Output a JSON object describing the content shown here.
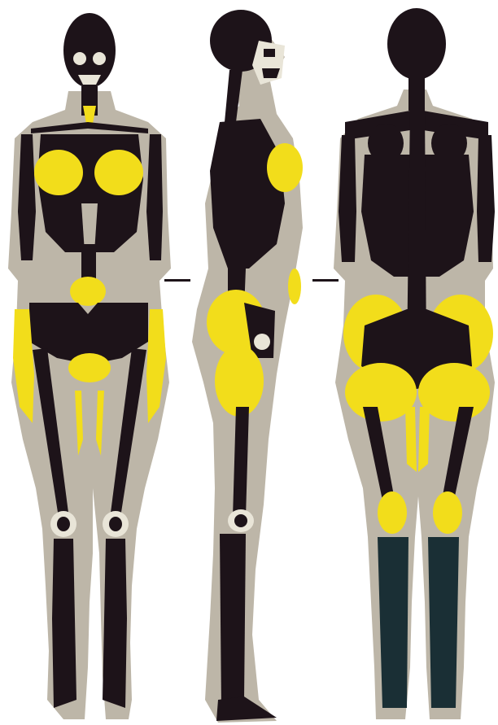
{
  "image": {
    "subject": "anatomical-fat-distribution-illustration",
    "views": [
      {
        "name": "front"
      },
      {
        "name": "side"
      },
      {
        "name": "back"
      }
    ]
  },
  "colors": {
    "background": "#ffffff",
    "body_silhouette": "#bdb6a8",
    "skeleton": "#1d1319",
    "fat_deposit": "#f2dd1b",
    "lower_leg_back": "#1a2f35",
    "bone_highlight": "#e9e5d8"
  }
}
